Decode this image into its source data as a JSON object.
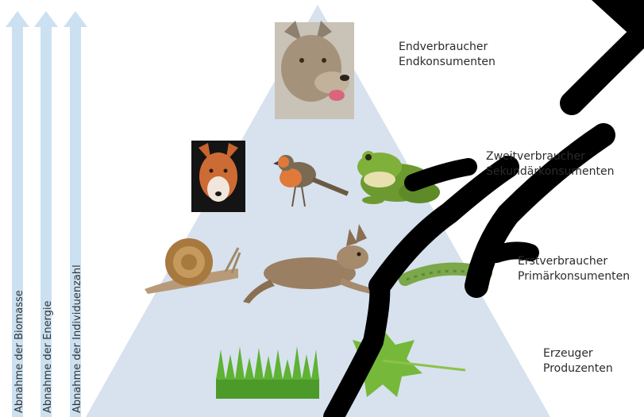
{
  "arrows": [
    {
      "label": "Abnahme der Biomasse"
    },
    {
      "label": "Abnahme der Energie"
    },
    {
      "label": "Abnahme der Individuenzahl"
    }
  ],
  "levels": [
    {
      "line1": "Endverbraucher",
      "line2": "Endkonsumenten",
      "organisms": [
        "wolf"
      ]
    },
    {
      "line1": "Zweitverbraucher",
      "line2": "Sekundärkonsumenten",
      "organisms": [
        "fox",
        "robin",
        "frog"
      ]
    },
    {
      "line1": "Erstverbraucher",
      "line2": "Primärkonsumenten",
      "organisms": [
        "snail",
        "hare",
        "caterpillar"
      ]
    },
    {
      "line1": "Erzeuger",
      "line2": "Produzenten",
      "organisms": [
        "grass",
        "leaf"
      ]
    }
  ],
  "colors": {
    "pyramid": "#d7e2ee",
    "arrow": "#cbe1f2",
    "watermark": "#000000"
  }
}
